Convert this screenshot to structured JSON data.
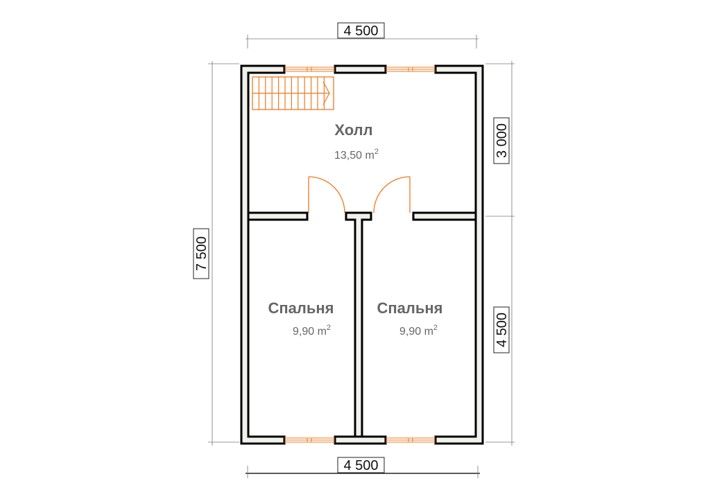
{
  "dimensions": {
    "top_width": "4 500",
    "bottom_width": "4 500",
    "left_height": "7 500",
    "right_upper": "3 000",
    "right_lower": "4 500"
  },
  "rooms": [
    {
      "name": "Холл",
      "area": "13,50 m",
      "unit_exp": "2"
    },
    {
      "name": "Спальня",
      "area": "9,90 m",
      "unit_exp": "2"
    },
    {
      "name": "Спальня",
      "area": "9,90 m",
      "unit_exp": "2"
    }
  ],
  "colors": {
    "wall_stroke": "#000000",
    "wall_fill": "#f1f1ec",
    "accent": "#ee7a1e"
  }
}
